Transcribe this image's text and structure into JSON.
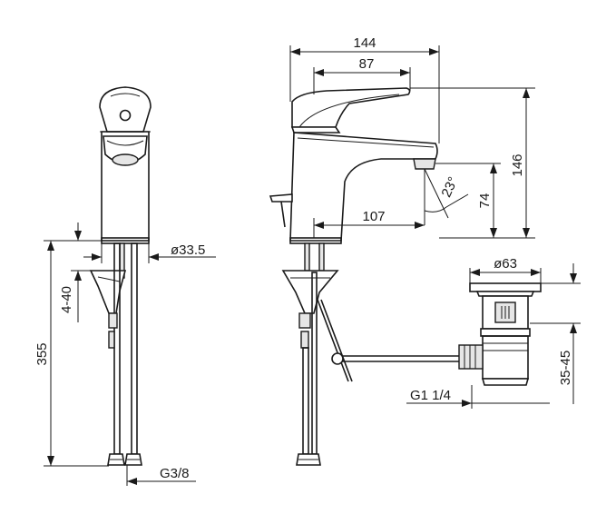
{
  "dimensions": {
    "width_total": "144",
    "lever_reach": "87",
    "height_total": "146",
    "spout_angle": "23°",
    "spout_height": "74",
    "spout_reach": "107",
    "body_diameter": "ø33.5",
    "deck_thickness": "4-40",
    "hose_length": "355",
    "hose_thread": "G3/8",
    "waste_diameter": "ø63",
    "waste_thread": "G1 1/4",
    "waste_adjust": "35-45"
  }
}
